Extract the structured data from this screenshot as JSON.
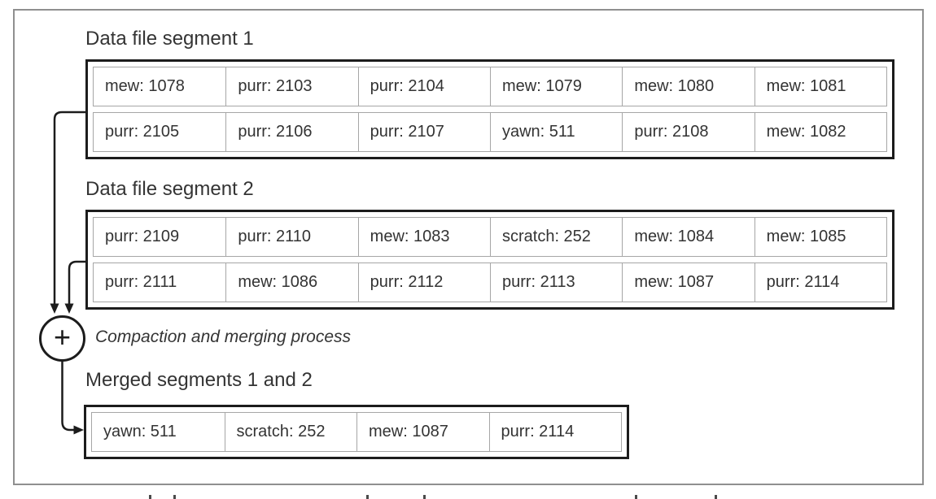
{
  "figure": {
    "background": "#ffffff",
    "frame_border_color": "#8f8f8f",
    "box_border_color": "#1c1c1c",
    "cell_border_color": "#a6a6a6",
    "text_color": "#333333"
  },
  "segments": [
    {
      "title": "Data file segment 1",
      "rows": [
        [
          "mew: 1078",
          "purr: 2103",
          "purr: 2104",
          "mew: 1079",
          "mew: 1080",
          "mew: 1081"
        ],
        [
          "purr: 2105",
          "purr: 2106",
          "purr: 2107",
          "yawn: 511",
          "purr: 2108",
          "mew: 1082"
        ]
      ]
    },
    {
      "title": "Data file segment 2",
      "rows": [
        [
          "purr: 2109",
          "purr: 2110",
          "mew: 1083",
          "scratch: 252",
          "mew: 1084",
          "mew: 1085"
        ],
        [
          "purr: 2111",
          "mew: 1086",
          "purr: 2112",
          "purr: 2113",
          "mew: 1087",
          "purr: 2114"
        ]
      ]
    }
  ],
  "merge": {
    "operator": "+",
    "caption": "Compaction and merging process"
  },
  "merged": {
    "title": "Merged segments 1 and 2",
    "rows": [
      [
        "yawn: 511",
        "scratch: 252",
        "mew: 1087",
        "purr: 2114"
      ]
    ]
  }
}
